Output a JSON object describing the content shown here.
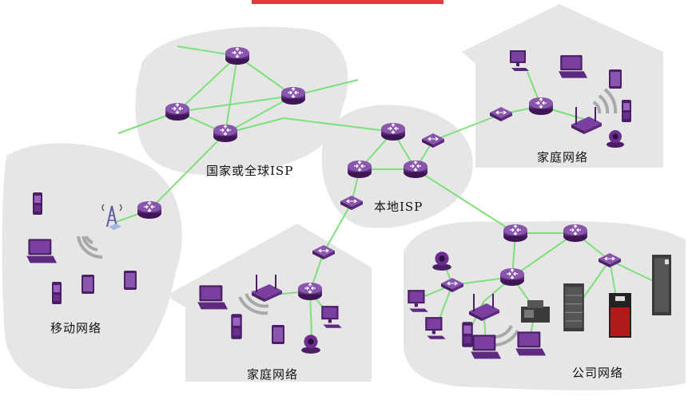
{
  "colors": {
    "top_accent": "#e23b3b",
    "region_fill": "#e6e6e6",
    "link": "#7ee07a",
    "device": "#6b2e8e",
    "device_dark": "#4a1f66"
  },
  "labels": {
    "national_isp": "国家或全球ISP",
    "local_isp": "本地ISP",
    "home_network_top": "家庭网络",
    "home_network_bottom": "家庭网络",
    "mobile_network": "移动网络",
    "company_network": "公司网络"
  },
  "icons": {
    "router": "router-icon",
    "switch": "switch-icon",
    "laptop": "laptop-icon",
    "desktop": "desktop-computer-icon",
    "phone": "mobile-phone-icon",
    "tablet": "tablet-icon",
    "wifi_ap": "wireless-access-point-icon",
    "cell_tower": "cell-tower-icon",
    "webcam": "webcam-icon",
    "server": "server-rack-icon",
    "fax": "fax-machine-icon"
  }
}
